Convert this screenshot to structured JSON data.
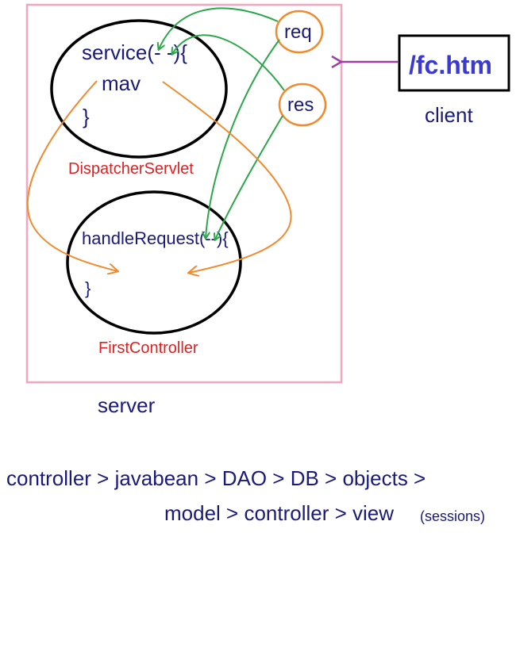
{
  "server_box": {
    "label": "server",
    "color": "#f4a6c0"
  },
  "dispatcher": {
    "name": "DispatcherServlet",
    "line1": "service(- -){",
    "line2": "mav",
    "line3": "}"
  },
  "controller": {
    "name": "FirstController",
    "line1": "handleRequest(--){",
    "line3": "}"
  },
  "params": {
    "req": "req",
    "res": "res"
  },
  "client": {
    "url": "/fc.htm",
    "label": "client"
  },
  "flow": {
    "line1": "controller > javabean > DAO > DB > objects >",
    "line2": "model > controller > view",
    "note": "(sessions)"
  },
  "colors": {
    "navy_text": "#1a1a7a",
    "red_text": "#e02020",
    "orange": "#f08a2c",
    "green": "#2aa84a",
    "purple": "#9b3fa6",
    "url_blue": "#3a3ad0"
  }
}
